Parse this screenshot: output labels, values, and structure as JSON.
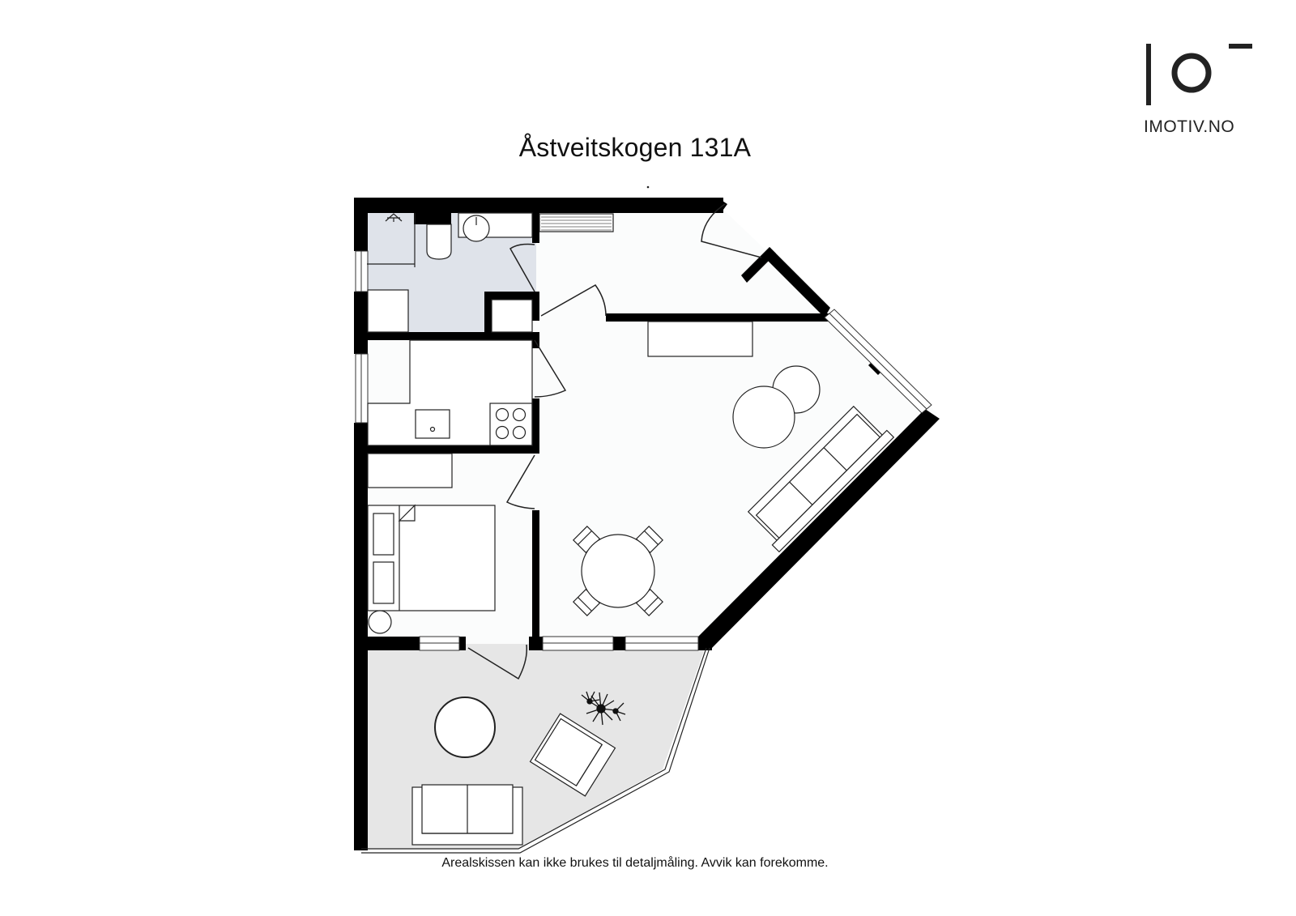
{
  "header": {
    "title": "Åstveitskogen 131A"
  },
  "brand": {
    "logo_icon": "imotiv-logo-icon",
    "name": "IMOTIV.NO"
  },
  "footer": {
    "disclaimer": "Arealskissen kan ikke brukes til detaljmåling. Avvik kan forekomme."
  },
  "floorplan": {
    "colors": {
      "wall": "#000000",
      "floor": "#fbfcfc",
      "bathroom_floor": "#dfe3ea",
      "balcony_floor": "#e6e6e6",
      "line": "#222222"
    },
    "rooms": [
      {
        "id": "bathroom",
        "fixtures": [
          "shower",
          "toilet",
          "sink",
          "washer"
        ]
      },
      {
        "id": "hallway",
        "fixtures": [
          "radiator",
          "wardrobe"
        ]
      },
      {
        "id": "kitchen",
        "fixtures": [
          "counter",
          "sink",
          "stove-4-burner"
        ]
      },
      {
        "id": "bedroom",
        "fixtures": [
          "wardrobe",
          "double-bed",
          "nightstands",
          "round-stool"
        ]
      },
      {
        "id": "living-room",
        "fixtures": [
          "sideboard",
          "side-tables",
          "sofa",
          "dining-table",
          "chairs-4"
        ]
      },
      {
        "id": "balcony",
        "fixtures": [
          "round-table",
          "armchair",
          "sofa",
          "plant"
        ]
      }
    ]
  }
}
